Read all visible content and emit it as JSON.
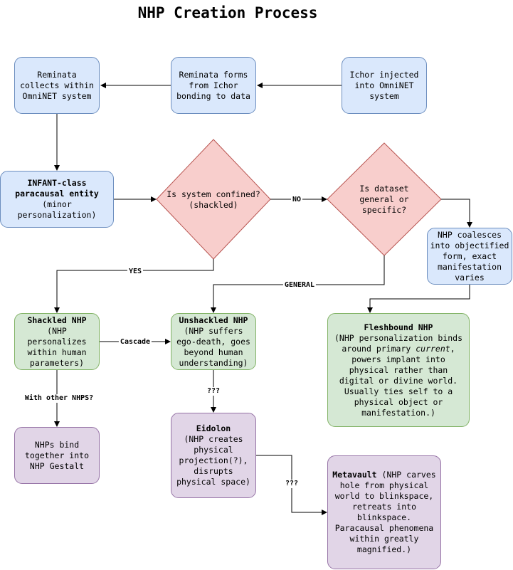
{
  "title": "NHP Creation Process",
  "nodes": {
    "ichor": "Ichor injected into OmniNET system",
    "reminata_forms": "Reminata forms from Ichor bonding to data",
    "reminata_collects": "Reminata collects within OmniNET system",
    "infant_bold": "INFANT-class paracausal entity",
    "infant_rest": "(minor personalization)",
    "confined": "Is system confined? (shackled)",
    "dataset": "Is dataset general or specific?",
    "coalesces": "NHP coalesces into objectified form, exact manifestation varies",
    "shackled_bold": "Shackled NHP",
    "shackled_rest": "(NHP personalizes within human parameters)",
    "unshackled_bold": "Unshackled NHP",
    "unshackled_rest": "(NHP suffers ego-death, goes beyond human understanding)",
    "fleshbound_bold": "Fleshbound NHP",
    "fleshbound_pre": "(NHP personalization binds around primary ",
    "fleshbound_italic": "current",
    "fleshbound_post": ", powers implant into physical rather than digital or divine world. Usually ties self to a physical object or manifestation.)",
    "gestalt": "NHPs bind together into NHP Gestalt",
    "eidolon_bold": "Eidolon",
    "eidolon_rest": "(NHP creates physical projection(?), disrupts physical space)",
    "metavault_bold": "Metavault",
    "metavault_rest": " (NHP carves hole from physical world to blinkspace, retreats into blinkspace. Paracausal phenomena within greatly magnified.)"
  },
  "edge_labels": {
    "no": "NO",
    "yes": "YES",
    "general": "GENERAL",
    "cascade": "Cascade",
    "with_other": "With other NHPS?",
    "q1": "???",
    "q2": "???"
  },
  "colors": {
    "blue_fill": "#dae8fc",
    "blue_stroke": "#6c8ebf",
    "red_fill": "#f8cecc",
    "red_stroke": "#b85450",
    "green_fill": "#d5e8d4",
    "green_stroke": "#82b366",
    "purple_fill": "#e1d5e7",
    "purple_stroke": "#9673a6"
  }
}
